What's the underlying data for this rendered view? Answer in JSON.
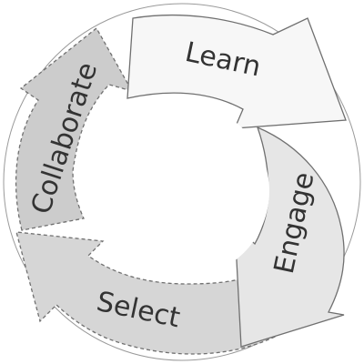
{
  "diagram": {
    "type": "cycle",
    "segments": [
      {
        "id": "learn",
        "label": "Learn",
        "fill": "#f7f7f7",
        "stroke": "#707070"
      },
      {
        "id": "engage",
        "label": "Engage",
        "fill": "#e6e6e6",
        "stroke": "#707070"
      },
      {
        "id": "select",
        "label": "Select",
        "fill": "#d6d6d6",
        "stroke": "#707070"
      },
      {
        "id": "collaborate",
        "label": "Collaborate",
        "fill": "#cccccc",
        "stroke": "#707070"
      }
    ],
    "background": "#ffffff"
  }
}
